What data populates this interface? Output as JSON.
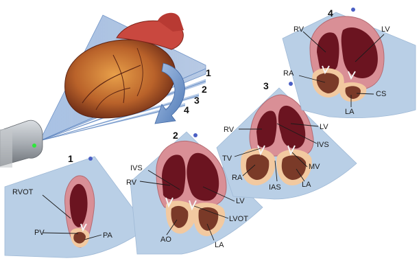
{
  "colors": {
    "sector_fill": "#b9cfe6",
    "sector_edge": "#9fb9d6",
    "marker_dot": "#4a5fc4",
    "myocardium": "#d98f96",
    "chamber_dark": "#6b1420",
    "blood_brown": "#7a3a28",
    "fat_tissue": "#f2c9a0",
    "probe_gray": "#a8adb3",
    "probe_led": "#2ee83a",
    "plane_blue": "#6f93c8",
    "arrow_blue": "#5a84bf"
  },
  "icons": {
    "probe": "ultrasound-probe-icon",
    "heart": "heart-3d-illustration",
    "arrow": "curved-rotation-arrow-icon"
  },
  "planes": [
    "1",
    "2",
    "3",
    "4"
  ],
  "views": [
    {
      "number": "1",
      "labels": [
        "RVOT",
        "PV",
        "PA"
      ]
    },
    {
      "number": "2",
      "labels": [
        "IVS",
        "RV",
        "LV",
        "LVOT",
        "AO",
        "LA"
      ]
    },
    {
      "number": "3",
      "labels": [
        "RV",
        "LV",
        "TV",
        "IVS",
        "RA",
        "MV",
        "IAS",
        "LA"
      ]
    },
    {
      "number": "4",
      "labels": [
        "RV",
        "LV",
        "RA",
        "CS",
        "LA"
      ]
    }
  ]
}
